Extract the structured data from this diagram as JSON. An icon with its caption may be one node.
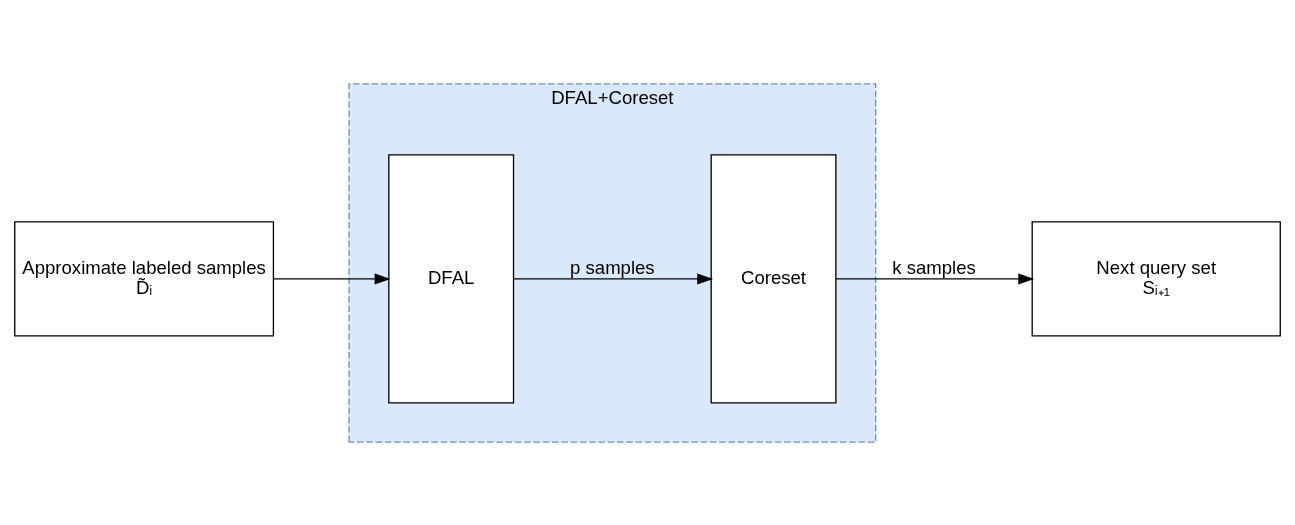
{
  "diagram": {
    "nodes": [
      {
        "text": [
          "Approximate labeled samples",
          "D̃ᵢ"
        ]
      },
      {
        "text": [
          "DFAL+Coreset"
        ]
      },
      {
        "text": [
          "DFAL"
        ],
        "in": 1
      },
      {
        "text": [
          "Coreset"
        ],
        "in": 1
      },
      {
        "text": [
          "Next query set",
          "Sᵢ₊₁"
        ]
      }
    ],
    "edges": [
      {
        "from": 0,
        "to": 2,
        "arrow": "to"
      },
      {
        "from": 2,
        "to": 3,
        "arrow": "to",
        "label": "p samples"
      },
      {
        "from": 3,
        "to": 4,
        "arrow": "to",
        "label": "k samples"
      }
    ]
  }
}
